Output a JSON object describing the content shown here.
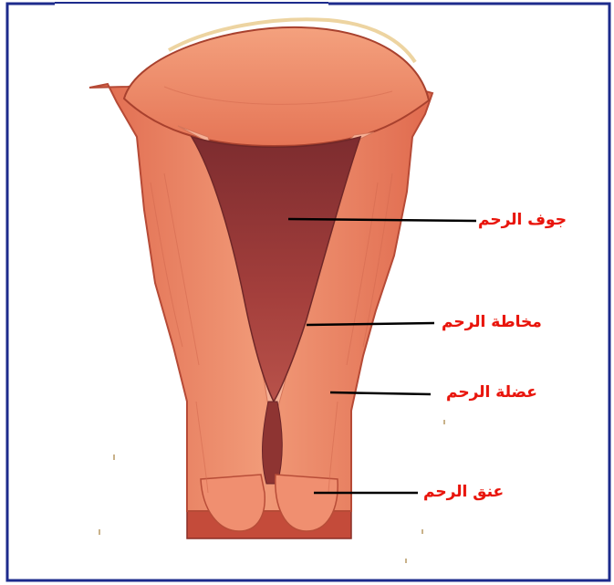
{
  "colors": {
    "frame": "#1d2b8c",
    "label": "#e8140c",
    "leader": "#000000",
    "tissue": "#ef8a6a",
    "tissue_dark": "#c9503e",
    "cavity": "#9b3b3a",
    "lining": "#f2a98e"
  },
  "labels": {
    "uterine_cavity": "جوف الرحم",
    "endometrium": "مخاطة الرحم",
    "myometrium": "عضلة الرحم",
    "cervix": "عنق الرحم"
  }
}
